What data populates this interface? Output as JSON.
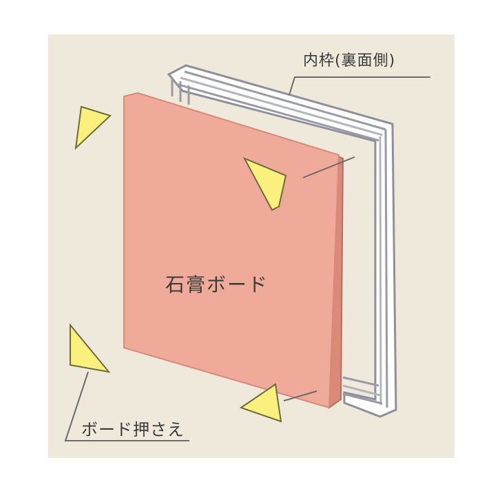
{
  "labels": {
    "inner_frame": "内枠(裏面側)",
    "gypsum_board": "石膏ボード",
    "board_presser": "ボード押さえ"
  },
  "colors": {
    "background": "#efe9dc",
    "board": "#f0aa9a",
    "board_edge": "#d98a78",
    "presser": "#fbf07e",
    "frame": "#ffffff",
    "frame_shadow": "#a9a9b4",
    "leader": "#6b6b6b"
  }
}
